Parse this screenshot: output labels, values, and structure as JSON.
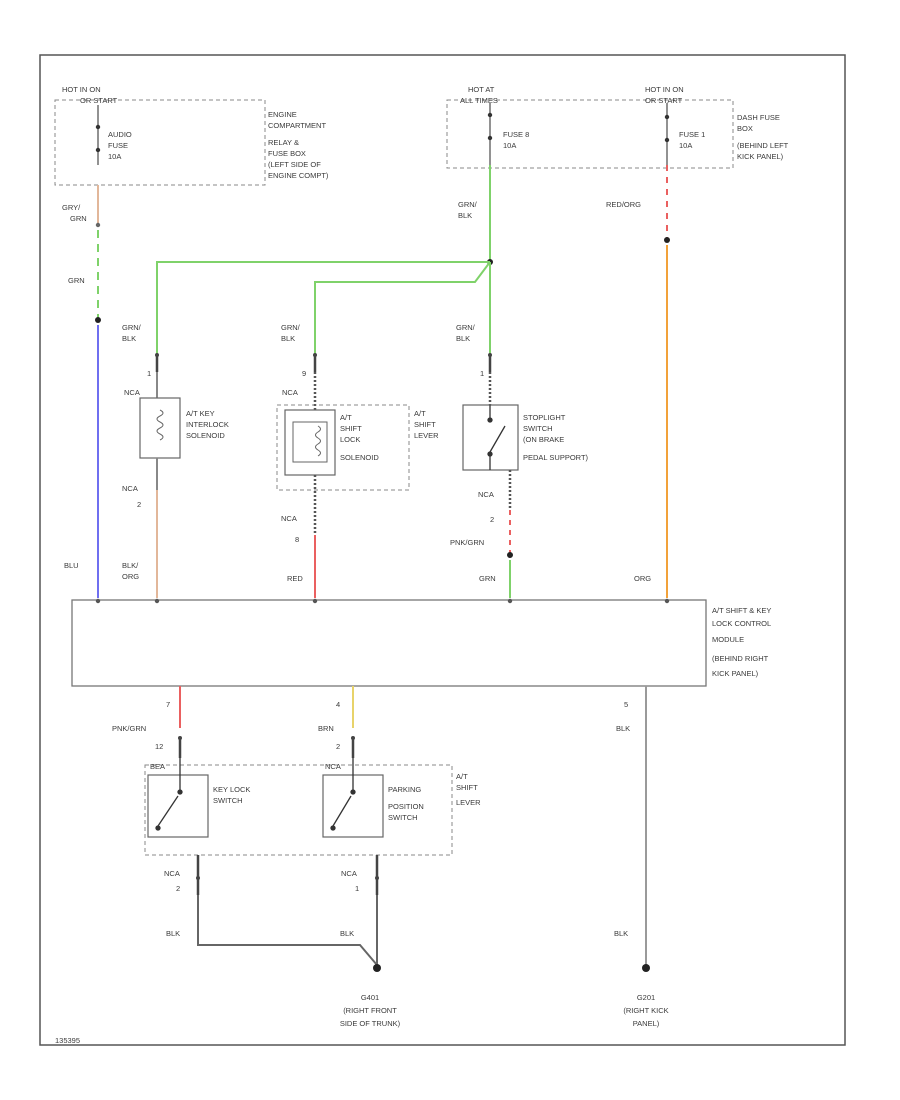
{
  "diagram": {
    "wire_colors": {
      "green": "#7fd26a",
      "blue": "#6f6ff0",
      "orange": "#f2a23a",
      "red": "#ea6060",
      "tan": "#e2b79a",
      "yellow": "#e8d36a",
      "gray": "#9a9a9a",
      "dark": "#4a4a4a"
    },
    "power_labels": {
      "hot_run_start": [
        "HOT IN ON",
        "OR START"
      ],
      "hot_all_times": [
        "HOT AT",
        "ALL TIMES"
      ],
      "hot_run_start_2": [
        "HOT IN ON",
        "OR START"
      ]
    },
    "fuse_boxes": {
      "engine": [
        "ENGINE",
        "COMPARTMENT",
        "RELAY &",
        "FUSE BOX",
        "(LEFT SIDE OF",
        "ENGINE COMPT)"
      ],
      "dash": [
        "DASH FUSE",
        "BOX",
        "(BEHIND LEFT",
        "KICK PANEL)"
      ]
    },
    "fuses": {
      "audio": [
        "AUDIO",
        "FUSE",
        "10A"
      ],
      "fuse8": [
        "FUSE 8",
        "10A"
      ],
      "fuse1": [
        "FUSE 1",
        "10A"
      ]
    },
    "wire_labels": {
      "gry_grn": [
        "GRY/",
        "GRN"
      ],
      "grn_blk_top": [
        "GRN/",
        "BLK"
      ],
      "red_org": "RED/ORG",
      "grn": "GRN",
      "grn_blk_1": [
        "GRN/",
        "BLK"
      ],
      "grn_blk_2": [
        "GRN/",
        "BLK"
      ],
      "grn_blk_3": [
        "GRN/",
        "BLK"
      ],
      "blu": "BLU",
      "blk_org": [
        "BLK/",
        "ORG"
      ],
      "red": "RED",
      "grn_bottom": "GRN",
      "org": "ORG",
      "pnk_grn": "PNK/GRN",
      "pnk_grn_2": "PNK/GRN",
      "brn": "BRN",
      "blk_right": "BLK",
      "blk_left": "BLK",
      "blk_mid": "BLK",
      "blk_far": "BLK"
    },
    "connector_codes": {
      "c1_top": "NCA",
      "c1_bot": "NCA",
      "c2_top": "NCA",
      "c2_bot": "NCA",
      "c3_bot": "NCA",
      "c4_top": "BEA",
      "c4_bot": "NCA",
      "c5_top": "NCA",
      "c5_bot": "NCA"
    },
    "pins": {
      "p1_top": "1",
      "p1_bot": "2",
      "p2_top": "9",
      "p2_bot": "8",
      "p3_top": "1",
      "p3_bot": "2",
      "m7": "7",
      "m4": "4",
      "m5": "5",
      "p4_top": "12",
      "p4_bot": "2",
      "p5_top": "2",
      "p5_bot": "1"
    },
    "components": {
      "interlock": [
        "A/T KEY",
        "INTERLOCK",
        "SOLENOID"
      ],
      "shift_lock": [
        "A/T",
        "SHIFT",
        "LOCK",
        "SOLENOID"
      ],
      "shift_lever_top": [
        "A/T",
        "SHIFT",
        "LEVER"
      ],
      "stoplight": [
        "STOPLIGHT",
        "SWITCH",
        "(ON BRAKE",
        "PEDAL SUPPORT)"
      ],
      "module": [
        "A/T SHIFT & KEY",
        "LOCK CONTROL",
        "MODULE",
        "(BEHIND RIGHT",
        "KICK PANEL)"
      ],
      "key_lock_switch": [
        "KEY LOCK",
        "SWITCH"
      ],
      "parking_switch": [
        "PARKING",
        "POSITION",
        "SWITCH"
      ],
      "shift_lever_bottom": [
        "A/T",
        "SHIFT",
        "LEVER"
      ]
    },
    "grounds": {
      "g401": [
        "G401",
        "(RIGHT FRONT",
        "SIDE OF TRUNK)"
      ],
      "g201": [
        "G201",
        "(RIGHT KICK",
        "PANEL)"
      ]
    },
    "footer_code": "135395"
  }
}
